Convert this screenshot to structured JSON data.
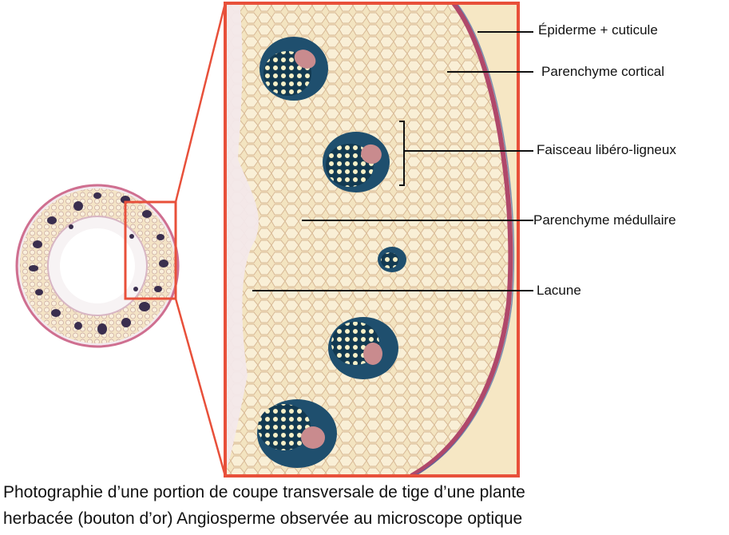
{
  "labels": {
    "epiderme": "Épiderme + cuticule",
    "cortical": "Parenchyme cortical",
    "faisceau": "Faisceau libéro-ligneux",
    "medullaire": "Parenchyme médullaire",
    "lacune": "Lacune"
  },
  "caption": {
    "line1": "Photographie d’une portion de coupe transversale de tige d’une plante",
    "line2": "herbacée (bouton d’or) Angiosperme observée au microscope optique"
  },
  "colors": {
    "frame": "#e8503a",
    "tissue": "#f4e6c2",
    "epidermis": "#b0486a",
    "bundle": "#1f4f6e",
    "overview_ring": "#d98aa8"
  }
}
